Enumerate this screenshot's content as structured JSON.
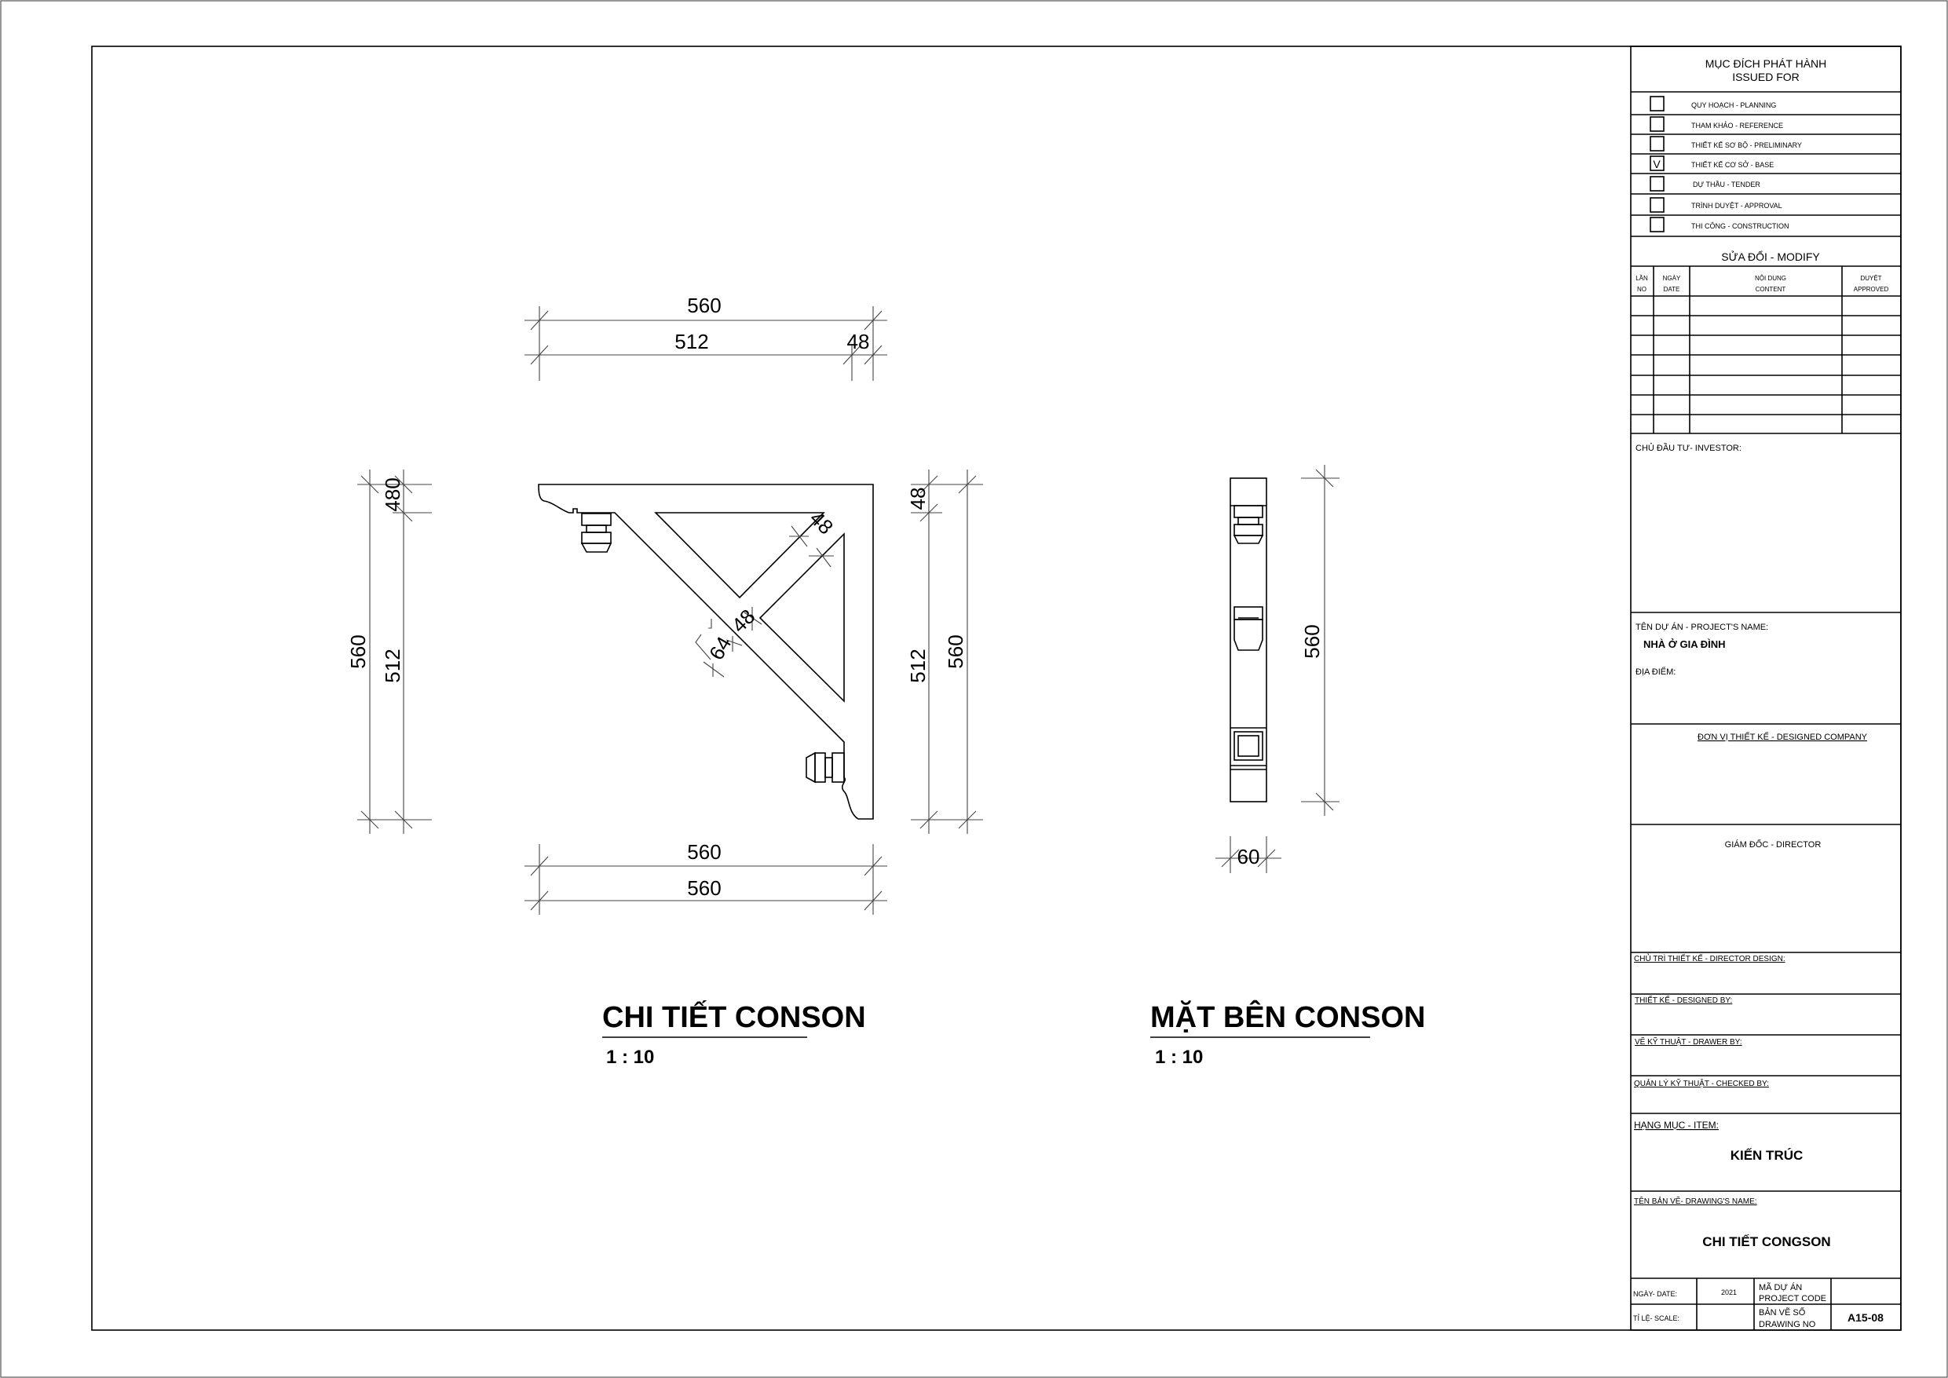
{
  "title_block": {
    "issued_for_vi": "MỤC ĐÍCH PHÁT HÀNH",
    "issued_for_en": "ISSUED FOR",
    "issue_options": [
      {
        "label": "QUY HOẠCH - PLANNING",
        "checked": false,
        "mark": ""
      },
      {
        "label": "THAM KHẢO - REFERENCE",
        "checked": false,
        "mark": ""
      },
      {
        "label": "THIẾT KẾ SƠ BỘ - PRELIMINARY",
        "checked": false,
        "mark": ""
      },
      {
        "label": "THIẾT KẾ CƠ SỞ - BASE",
        "checked": true,
        "mark": "V"
      },
      {
        "label": "DỰ THẦU - TENDER",
        "checked": false,
        "mark": ""
      },
      {
        "label": "TRÌNH DUYỆT - APPROVAL",
        "checked": false,
        "mark": ""
      },
      {
        "label": "THI CÔNG - CONSTRUCTION",
        "checked": false,
        "mark": ""
      }
    ],
    "modify_title": "SỬA ĐỔI - MODIFY",
    "modify_headers": [
      {
        "vi": "LẦN",
        "en": "NO"
      },
      {
        "vi": "NGÀY",
        "en": "DATE"
      },
      {
        "vi": "NỘI DUNG",
        "en": "CONTENT"
      },
      {
        "vi": "DUYỆT",
        "en": "APPROVED"
      }
    ],
    "investor_label": "CHỦ ĐẦU TƯ- INVESTOR:",
    "project_name_label": "TÊN DỰ ÁN - PROJECT'S NAME:",
    "project_name": "NHÀ Ở GIA ĐÌNH",
    "location_label": "ĐỊA ĐIỂM:",
    "designed_company_label": "ĐƠN VỊ THIẾT KẾ - DESIGNED COMPANY",
    "director_label": "GIÁM ĐỐC - DIRECTOR",
    "director_design_label": "CHỦ TRÌ THIẾT KẾ - DIRECTOR DESIGN:",
    "designed_by_label": "THIẾT KẾ - DESIGNED BY:",
    "drawer_by_label": "VẼ KỸ THUẬT - DRAWER BY:",
    "checked_by_label": "QUẢN LÝ KỸ THUẬT - CHECKED BY:",
    "item_label": "HẠNG MỤC - ITEM:",
    "item_value": "KIẾN TRÚC",
    "drawing_name_label": "TÊN BẢN VẼ- DRAWING'S NAME:",
    "drawing_name": "CHI TIẾT CONGSON",
    "date_label": "NGÀY- DATE:",
    "date_value": "2021",
    "project_code_label_1": "MÃ DỰ ÁN",
    "project_code_label_2": "PROJECT CODE",
    "scale_label": "TỈ LỆ- SCALE:",
    "drawing_no_label_1": "BẢN VẼ SỐ",
    "drawing_no_label_2": "DRAWING NO",
    "drawing_no": "A15-08"
  },
  "views": {
    "detail": {
      "title": "CHI TIẾT CONSON",
      "scale": "1 : 10",
      "dims": {
        "top_overall": "560",
        "top_main": "512",
        "top_end": "48",
        "left_overall": "560",
        "left_main": "512",
        "left_top": "480",
        "right_top": "48",
        "right_main": "512",
        "right_overall": "560",
        "bottom_1": "560",
        "bottom_2": "560",
        "inner_upper": "48",
        "inner_mid": "48",
        "inner_offset": "64"
      }
    },
    "side": {
      "title": "MẶT BÊN CONSON",
      "scale": "1 : 10",
      "dims": {
        "height": "560",
        "width": "60"
      }
    }
  }
}
